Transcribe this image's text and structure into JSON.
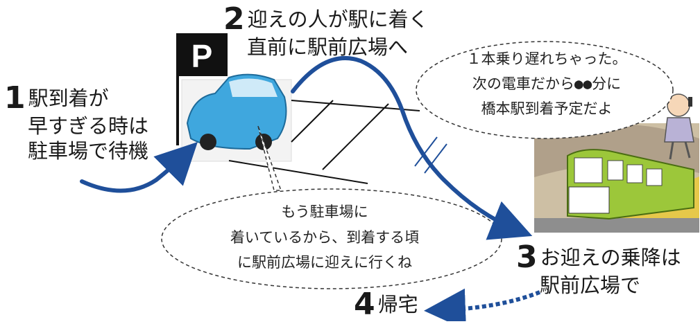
{
  "parking_sign": "P",
  "steps": [
    {
      "number": "1",
      "lines": [
        "駅到着が",
        "早すぎる時は",
        "駐車場で待機"
      ]
    },
    {
      "number": "2",
      "lines": [
        "迎えの人が駅に着く",
        "直前に駅前広場へ"
      ]
    },
    {
      "number": "3",
      "lines": [
        "お迎えの乗降は",
        "駅前広場で"
      ]
    },
    {
      "number": "4",
      "lines": [
        "帰宅"
      ]
    }
  ],
  "bubbles": {
    "passenger": [
      "１本乗り遅れちゃった。",
      "次の電車だから●●分に",
      "橋本駅到着予定だよ"
    ],
    "driver": [
      "もう駐車場に",
      "着いているから、到着する頃",
      "に駅前広場に迎えに行くね"
    ]
  },
  "colors": {
    "arrow": "#1f4f9a",
    "car": "#3fa7de",
    "train": "#9cc73a",
    "platform": "#e6c84a"
  }
}
